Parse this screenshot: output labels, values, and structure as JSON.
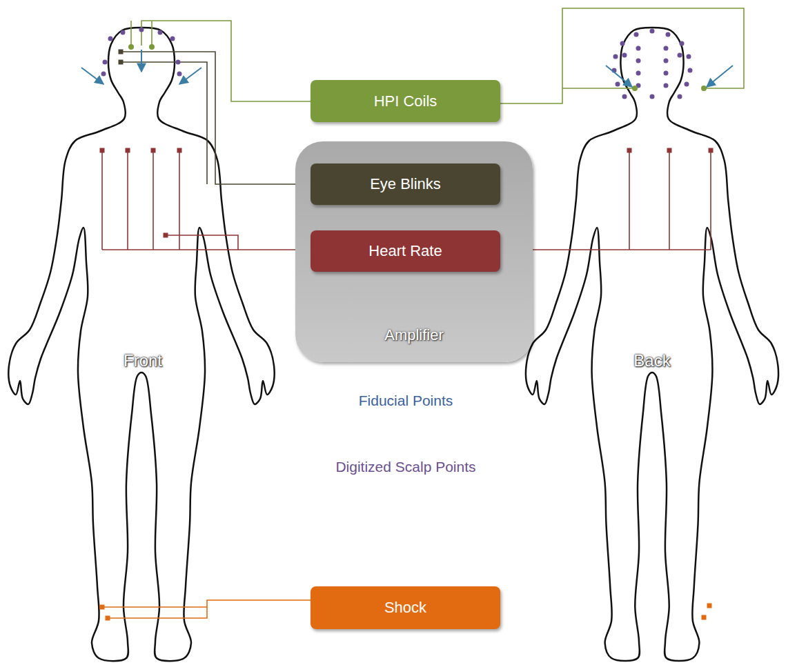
{
  "diagram": {
    "nodes": [
      {
        "text": [
          "HPI Coils"
        ]
      },
      {
        "text": [
          "Amplifier"
        ]
      },
      {
        "text": [
          "Eye Blinks"
        ],
        "in": 1
      },
      {
        "text": [
          "Heart Rate"
        ],
        "in": 1
      },
      {
        "text": [
          "Shock"
        ]
      }
    ],
    "labels": [
      "Front",
      "Back",
      "Fiducial Points",
      "Digitized Scalp Points"
    ]
  }
}
